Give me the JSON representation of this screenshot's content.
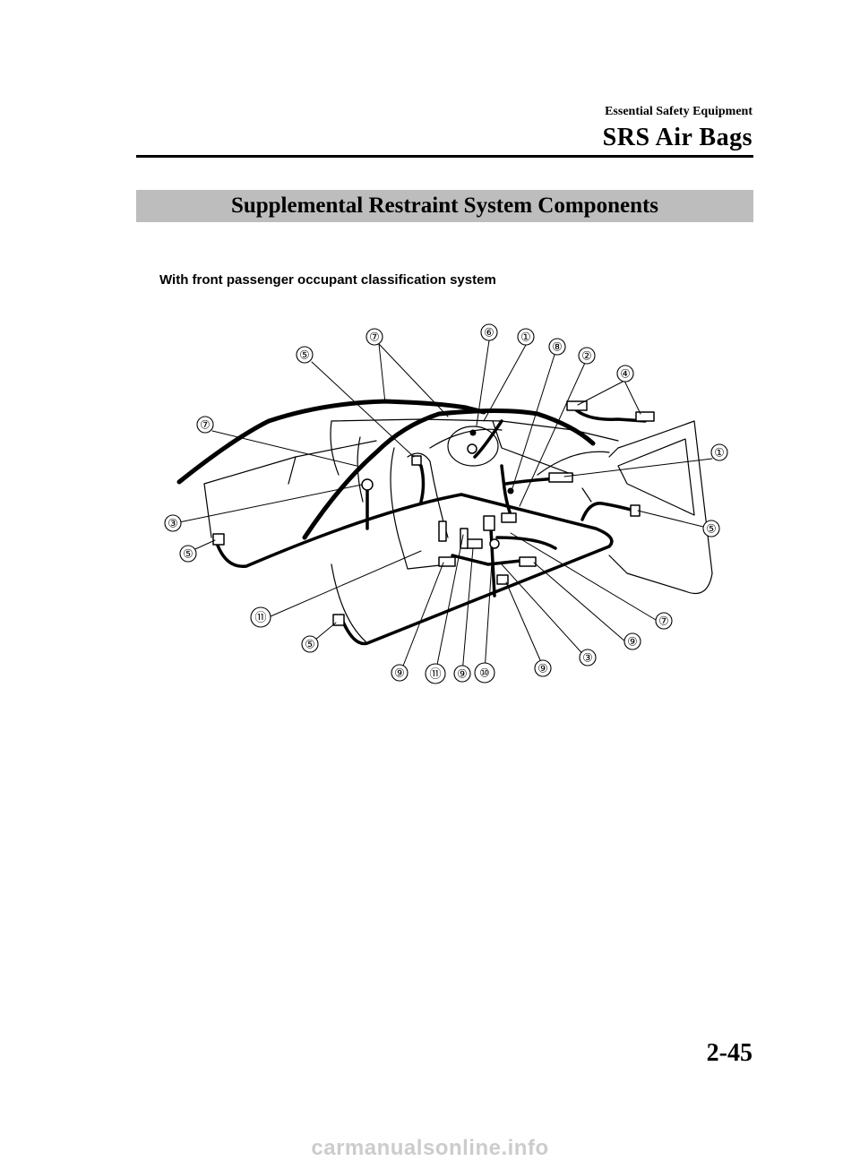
{
  "header": {
    "section": "Essential Safety Equipment",
    "chapter": "SRS Air Bags"
  },
  "title": "Supplemental Restraint System Components",
  "caption": "With front passenger occupant classification system",
  "diagram": {
    "callouts": [
      "⑦",
      "⑥",
      "①",
      "⑤",
      "⑧",
      "②",
      "④",
      "⑦",
      "①",
      "③",
      "⑤",
      "⑤",
      "⑪",
      "⑦",
      "⑤",
      "⑨",
      "③",
      "⑨",
      "⑪",
      "⑨",
      "⑩",
      "⑨"
    ]
  },
  "page_number": "2-45",
  "footer": "carmanualsonline.info"
}
